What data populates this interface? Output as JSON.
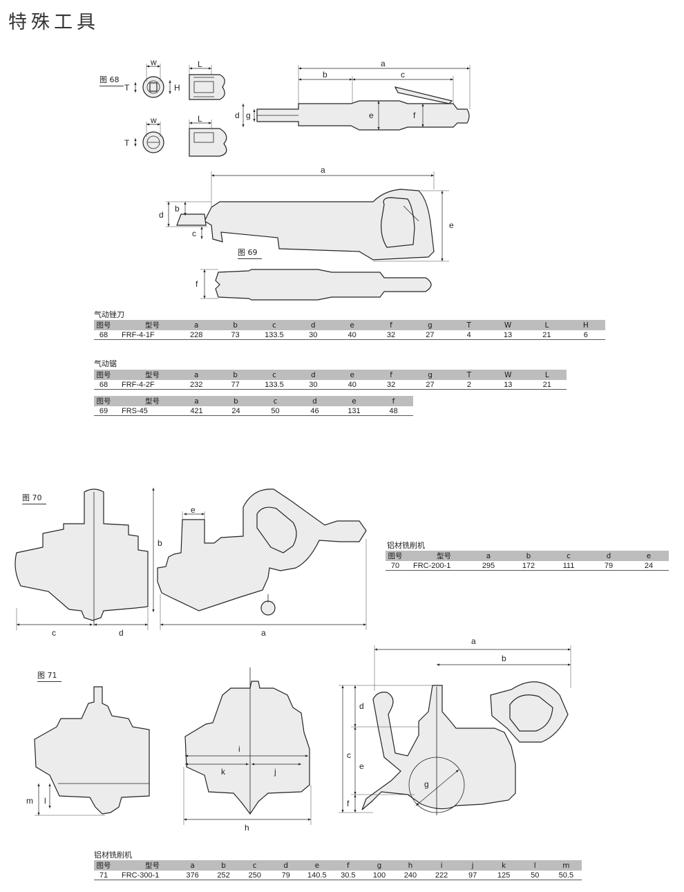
{
  "page_title": "特殊工具",
  "figures": {
    "fig68": "图 68",
    "fig69": "图 69",
    "fig70": "图 70",
    "fig71": "图 71"
  },
  "dims": {
    "a": "a",
    "b": "b",
    "c": "c",
    "d": "d",
    "e": "e",
    "f": "f",
    "g": "g",
    "h": "h",
    "i": "i",
    "j": "j",
    "k": "k",
    "l": "l",
    "m": "m",
    "W": "W",
    "T": "T",
    "H": "H",
    "L": "L",
    "w_lower": "w"
  },
  "tables": {
    "file": {
      "title": "气动锉刀",
      "headers": [
        "图号",
        "型号",
        "a",
        "b",
        "c",
        "d",
        "e",
        "f",
        "g",
        "T",
        "W",
        "L",
        "H"
      ],
      "rows": [
        [
          "68",
          "FRF-4-1F",
          "228",
          "73",
          "133.5",
          "30",
          "40",
          "32",
          "27",
          "4",
          "13",
          "21",
          "6"
        ]
      ]
    },
    "saw1": {
      "title": "气动锯",
      "headers": [
        "图号",
        "型号",
        "a",
        "b",
        "c",
        "d",
        "e",
        "f",
        "g",
        "T",
        "W",
        "L"
      ],
      "rows": [
        [
          "68",
          "FRF-4-2F",
          "232",
          "77",
          "133.5",
          "30",
          "40",
          "32",
          "27",
          "2",
          "13",
          "21"
        ]
      ]
    },
    "saw2": {
      "headers": [
        "图号",
        "型号",
        "a",
        "b",
        "c",
        "d",
        "e",
        "f"
      ],
      "rows": [
        [
          "69",
          "FRS-45",
          "421",
          "24",
          "50",
          "46",
          "131",
          "48"
        ]
      ]
    },
    "mill70": {
      "title": "铝材铣削机",
      "headers": [
        "图号",
        "型号",
        "a",
        "b",
        "c",
        "d",
        "e"
      ],
      "rows": [
        [
          "70",
          "FRC-200-1",
          "295",
          "172",
          "111",
          "79",
          "24"
        ]
      ]
    },
    "mill71": {
      "title": "铝材铣削机",
      "headers": [
        "图号",
        "型号",
        "a",
        "b",
        "c",
        "d",
        "e",
        "f",
        "g",
        "h",
        "i",
        "j",
        "k",
        "l",
        "m"
      ],
      "rows": [
        [
          "71",
          "FRC-300-1",
          "376",
          "252",
          "250",
          "79",
          "140.5",
          "30.5",
          "100",
          "240",
          "222",
          "97",
          "125",
          "50",
          "50.5"
        ]
      ]
    }
  }
}
